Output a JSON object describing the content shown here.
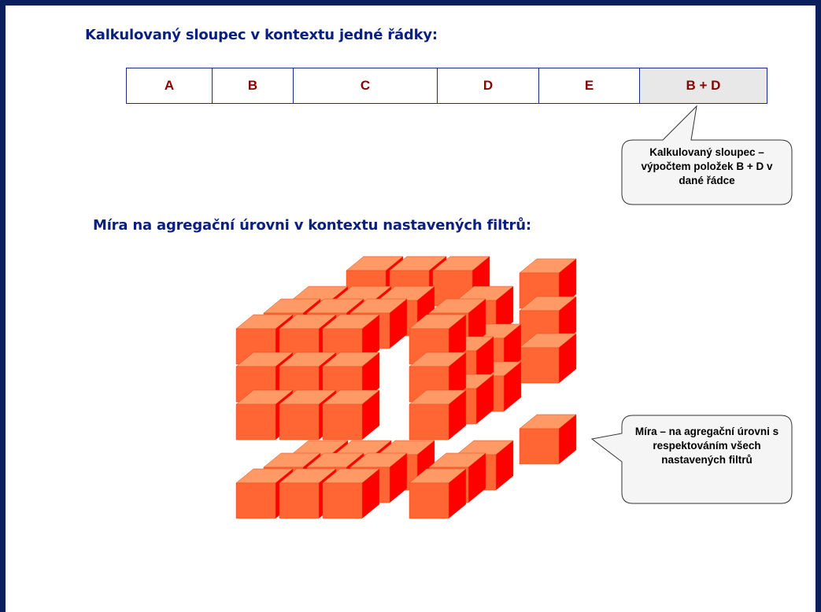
{
  "heading_row": "Kalkulovaný sloupec v kontextu jedné řádky:",
  "heading_measure": "Míra na agregační úrovni v kontextu nastavených filtrů:",
  "columns": [
    "A",
    "B",
    "C",
    "D",
    "E",
    "B + D"
  ],
  "callout_calculated_column": "Kalkulovaný sloupec – výpočtem položek B + D v dané řádce",
  "callout_measure": "Míra – na agregační úrovni s respektováním všech nastavených filtrů",
  "colors": {
    "heading": "#0a1f80",
    "column_label": "#8b0000",
    "border": "#1a2b8a",
    "cube_front": "#ff6633",
    "cube_top": "#ff9966",
    "cube_side": "#ff0000"
  }
}
